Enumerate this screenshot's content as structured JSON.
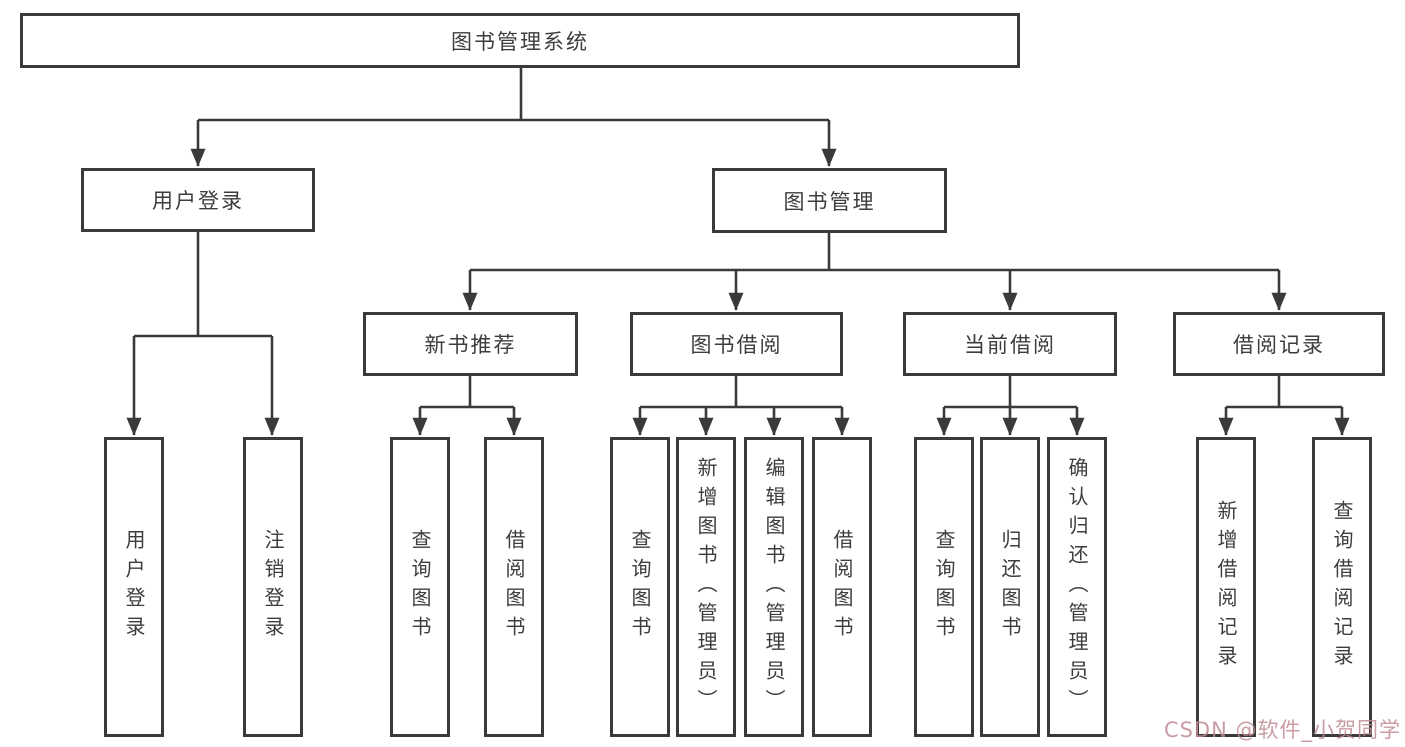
{
  "title": "图书管理系统",
  "tree": {
    "root": {
      "label": "图书管理系统"
    },
    "branches": [
      {
        "label": "用户登录",
        "children": [
          {
            "label": "用户登录"
          },
          {
            "label": "注销登录"
          }
        ]
      },
      {
        "label": "图书管理",
        "children": [
          {
            "label": "新书推荐",
            "children": [
              {
                "label": "查询图书"
              },
              {
                "label": "借阅图书"
              }
            ]
          },
          {
            "label": "图书借阅",
            "children": [
              {
                "label": "查询图书"
              },
              {
                "label": "新增图书（管理员）"
              },
              {
                "label": "编辑图书（管理员）"
              },
              {
                "label": "借阅图书"
              }
            ]
          },
          {
            "label": "当前借阅",
            "children": [
              {
                "label": "查询图书"
              },
              {
                "label": "归还图书"
              },
              {
                "label": "确认归还（管理员）"
              }
            ]
          },
          {
            "label": "借阅记录",
            "children": [
              {
                "label": "新增借阅记录"
              },
              {
                "label": "查询借阅记录"
              }
            ]
          }
        ]
      }
    ]
  },
  "watermark": {
    "text": "CSDN @软件_小贺同学",
    "color": "#c08b94"
  },
  "colors": {
    "line": "#3a3a3a",
    "box_border": "#3a3a3a",
    "box_background": "#ffffff",
    "text": "#3d3d3d",
    "page_background": "#ffffff"
  }
}
